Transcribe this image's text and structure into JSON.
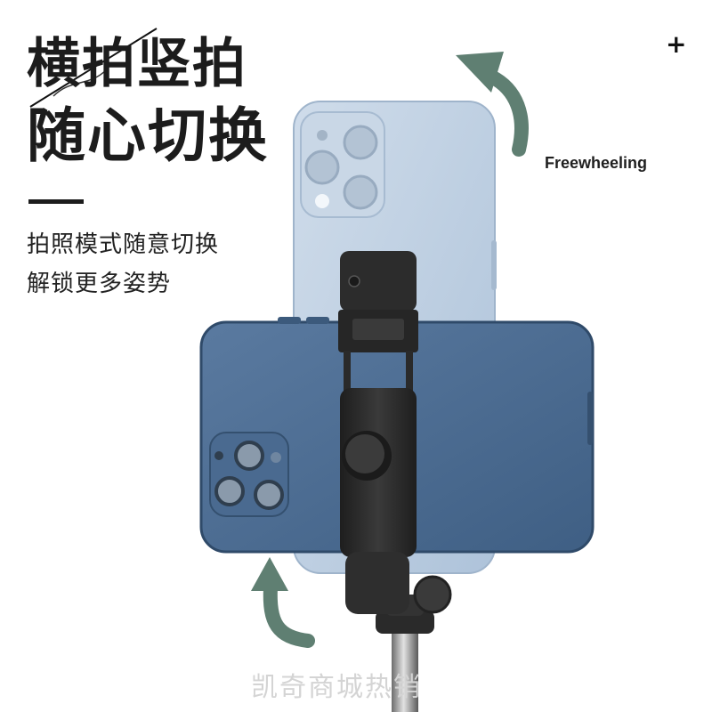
{
  "headline": {
    "line1": "横拍竖拍",
    "line2": "随心切换"
  },
  "description": {
    "line1": "拍照模式随意切换",
    "line2": "解锁更多姿势"
  },
  "freewheeling_label": "Freewheeling",
  "plus_glyph": "+",
  "watermark": "凯奇商城热销",
  "colors": {
    "arrow": "#5f7f72",
    "phone_vertical": "#b8cbe0",
    "phone_horizontal": "#4b6a8e",
    "holder": "#2d2d2d",
    "text": "#1c1c1c"
  }
}
